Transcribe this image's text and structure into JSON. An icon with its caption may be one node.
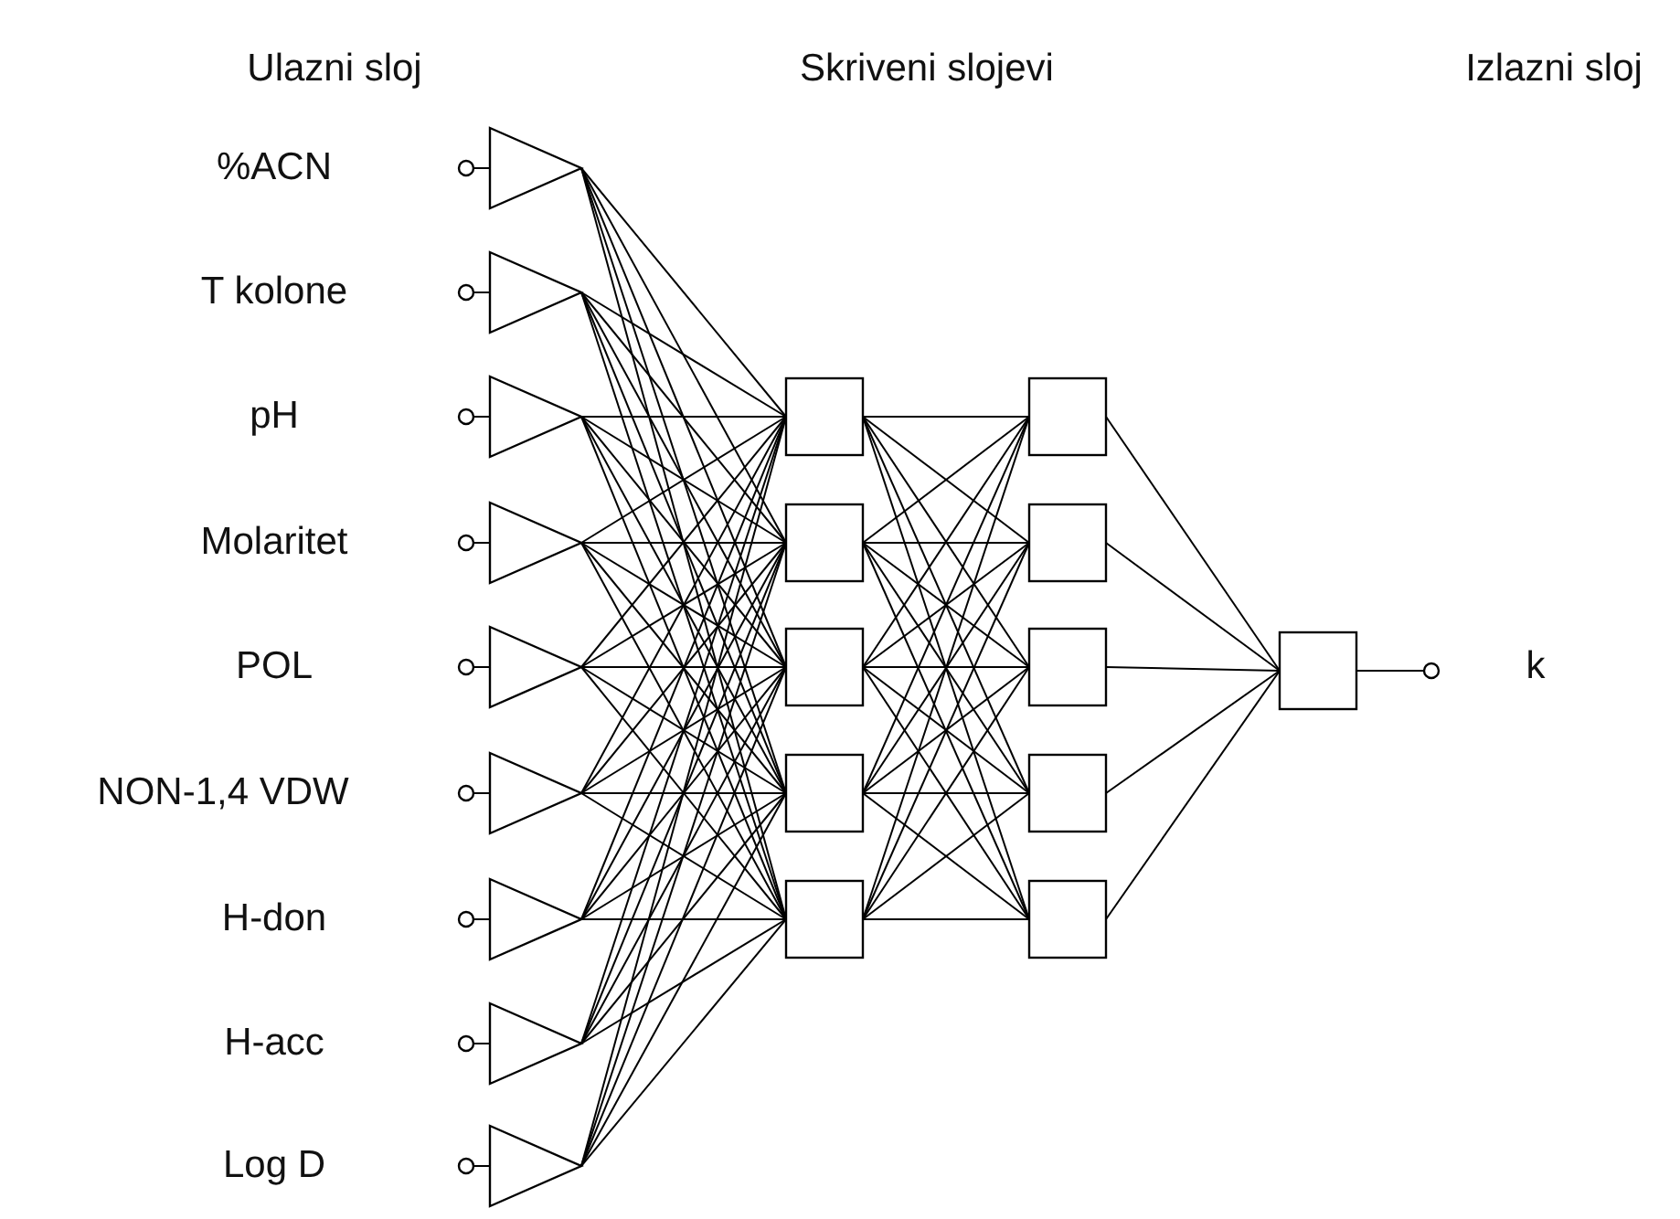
{
  "diagram": {
    "nodes": [
      {
        "text": [],
        "shape": "circle"
      },
      {
        "text": [],
        "shape": "circle"
      },
      {
        "text": [],
        "shape": "circle"
      },
      {
        "text": [],
        "shape": "circle"
      },
      {
        "text": [],
        "shape": "circle"
      },
      {
        "text": [],
        "shape": "circle"
      },
      {
        "text": [],
        "shape": "circle"
      },
      {
        "text": [],
        "shape": "circle"
      },
      {
        "text": [],
        "shape": "circle"
      },
      {
        "text": [],
        "shape": "triangle"
      },
      {
        "text": [],
        "shape": "triangle"
      },
      {
        "text": [],
        "shape": "triangle"
      },
      {
        "text": [],
        "shape": "triangle"
      },
      {
        "text": [],
        "shape": "triangle"
      },
      {
        "text": [],
        "shape": "triangle"
      },
      {
        "text": [],
        "shape": "triangle"
      },
      {
        "text": [],
        "shape": "triangle"
      },
      {
        "text": [],
        "shape": "triangle"
      },
      {
        "text": [],
        "shape": "box"
      },
      {
        "text": [],
        "shape": "box"
      },
      {
        "text": [],
        "shape": "box"
      },
      {
        "text": [],
        "shape": "box"
      },
      {
        "text": [],
        "shape": "box"
      },
      {
        "text": [],
        "shape": "box"
      },
      {
        "text": [],
        "shape": "box"
      },
      {
        "text": [],
        "shape": "box"
      },
      {
        "text": [],
        "shape": "box"
      },
      {
        "text": [],
        "shape": "box"
      },
      {
        "text": [],
        "shape": "box"
      },
      {
        "text": [],
        "shape": "circle"
      }
    ],
    "edges": [
      {
        "from": 0,
        "to": 9,
        "arrow": "none"
      },
      {
        "from": 1,
        "to": 10,
        "arrow": "none"
      },
      {
        "from": 2,
        "to": 11,
        "arrow": "none"
      },
      {
        "from": 3,
        "to": 12,
        "arrow": "none"
      },
      {
        "from": 4,
        "to": 13,
        "arrow": "none"
      },
      {
        "from": 5,
        "to": 14,
        "arrow": "none"
      },
      {
        "from": 6,
        "to": 15,
        "arrow": "none"
      },
      {
        "from": 7,
        "to": 16,
        "arrow": "none"
      },
      {
        "from": 8,
        "to": 17,
        "arrow": "none"
      },
      {
        "from": 9,
        "to": 18,
        "arrow": "none"
      },
      {
        "from": 9,
        "to": 19,
        "arrow": "none"
      },
      {
        "from": 9,
        "to": 20,
        "arrow": "none"
      },
      {
        "from": 9,
        "to": 21,
        "arrow": "none"
      },
      {
        "from": 9,
        "to": 22,
        "arrow": "none"
      },
      {
        "from": 10,
        "to": 18,
        "arrow": "none"
      },
      {
        "from": 10,
        "to": 19,
        "arrow": "none"
      },
      {
        "from": 10,
        "to": 20,
        "arrow": "none"
      },
      {
        "from": 10,
        "to": 21,
        "arrow": "none"
      },
      {
        "from": 10,
        "to": 22,
        "arrow": "none"
      },
      {
        "from": 11,
        "to": 18,
        "arrow": "none"
      },
      {
        "from": 11,
        "to": 19,
        "arrow": "none"
      },
      {
        "from": 11,
        "to": 20,
        "arrow": "none"
      },
      {
        "from": 11,
        "to": 21,
        "arrow": "none"
      },
      {
        "from": 11,
        "to": 22,
        "arrow": "none"
      },
      {
        "from": 12,
        "to": 18,
        "arrow": "none"
      },
      {
        "from": 12,
        "to": 19,
        "arrow": "none"
      },
      {
        "from": 12,
        "to": 20,
        "arrow": "none"
      },
      {
        "from": 12,
        "to": 21,
        "arrow": "none"
      },
      {
        "from": 12,
        "to": 22,
        "arrow": "none"
      },
      {
        "from": 13,
        "to": 18,
        "arrow": "none"
      },
      {
        "from": 13,
        "to": 19,
        "arrow": "none"
      },
      {
        "from": 13,
        "to": 20,
        "arrow": "none"
      },
      {
        "from": 13,
        "to": 21,
        "arrow": "none"
      },
      {
        "from": 13,
        "to": 22,
        "arrow": "none"
      },
      {
        "from": 14,
        "to": 18,
        "arrow": "none"
      },
      {
        "from": 14,
        "to": 19,
        "arrow": "none"
      },
      {
        "from": 14,
        "to": 20,
        "arrow": "none"
      },
      {
        "from": 14,
        "to": 21,
        "arrow": "none"
      },
      {
        "from": 14,
        "to": 22,
        "arrow": "none"
      },
      {
        "from": 15,
        "to": 18,
        "arrow": "none"
      },
      {
        "from": 15,
        "to": 19,
        "arrow": "none"
      },
      {
        "from": 15,
        "to": 20,
        "arrow": "none"
      },
      {
        "from": 15,
        "to": 21,
        "arrow": "none"
      },
      {
        "from": 15,
        "to": 22,
        "arrow": "none"
      },
      {
        "from": 16,
        "to": 18,
        "arrow": "none"
      },
      {
        "from": 16,
        "to": 19,
        "arrow": "none"
      },
      {
        "from": 16,
        "to": 20,
        "arrow": "none"
      },
      {
        "from": 16,
        "to": 21,
        "arrow": "none"
      },
      {
        "from": 16,
        "to": 22,
        "arrow": "none"
      },
      {
        "from": 17,
        "to": 18,
        "arrow": "none"
      },
      {
        "from": 17,
        "to": 19,
        "arrow": "none"
      },
      {
        "from": 17,
        "to": 20,
        "arrow": "none"
      },
      {
        "from": 17,
        "to": 21,
        "arrow": "none"
      },
      {
        "from": 17,
        "to": 22,
        "arrow": "none"
      },
      {
        "from": 18,
        "to": 23,
        "arrow": "none"
      },
      {
        "from": 18,
        "to": 24,
        "arrow": "none"
      },
      {
        "from": 18,
        "to": 25,
        "arrow": "none"
      },
      {
        "from": 18,
        "to": 26,
        "arrow": "none"
      },
      {
        "from": 18,
        "to": 27,
        "arrow": "none"
      },
      {
        "from": 19,
        "to": 23,
        "arrow": "none"
      },
      {
        "from": 19,
        "to": 24,
        "arrow": "none"
      },
      {
        "from": 19,
        "to": 25,
        "arrow": "none"
      },
      {
        "from": 19,
        "to": 26,
        "arrow": "none"
      },
      {
        "from": 19,
        "to": 27,
        "arrow": "none"
      },
      {
        "from": 20,
        "to": 23,
        "arrow": "none"
      },
      {
        "from": 20,
        "to": 24,
        "arrow": "none"
      },
      {
        "from": 20,
        "to": 25,
        "arrow": "none"
      },
      {
        "from": 20,
        "to": 26,
        "arrow": "none"
      },
      {
        "from": 20,
        "to": 27,
        "arrow": "none"
      },
      {
        "from": 21,
        "to": 23,
        "arrow": "none"
      },
      {
        "from": 21,
        "to": 24,
        "arrow": "none"
      },
      {
        "from": 21,
        "to": 25,
        "arrow": "none"
      },
      {
        "from": 21,
        "to": 26,
        "arrow": "none"
      },
      {
        "from": 21,
        "to": 27,
        "arrow": "none"
      },
      {
        "from": 22,
        "to": 23,
        "arrow": "none"
      },
      {
        "from": 22,
        "to": 24,
        "arrow": "none"
      },
      {
        "from": 22,
        "to": 25,
        "arrow": "none"
      },
      {
        "from": 22,
        "to": 26,
        "arrow": "none"
      },
      {
        "from": 22,
        "to": 27,
        "arrow": "none"
      },
      {
        "from": 23,
        "to": 28,
        "arrow": "none"
      },
      {
        "from": 24,
        "to": 28,
        "arrow": "none"
      },
      {
        "from": 25,
        "to": 28,
        "arrow": "none"
      },
      {
        "from": 26,
        "to": 28,
        "arrow": "none"
      },
      {
        "from": 27,
        "to": 28,
        "arrow": "none"
      },
      {
        "from": 28,
        "to": 29,
        "arrow": "none"
      }
    ],
    "labels": [
      "Ulazni sloj",
      "Skriveni slojevi",
      "Izlazni sloj",
      "%ACN",
      "T kolone",
      "pH",
      "Molaritet",
      "POL",
      "NON-1,4 VDW",
      "H-don",
      "H-acc",
      "Log D",
      "k"
    ]
  }
}
